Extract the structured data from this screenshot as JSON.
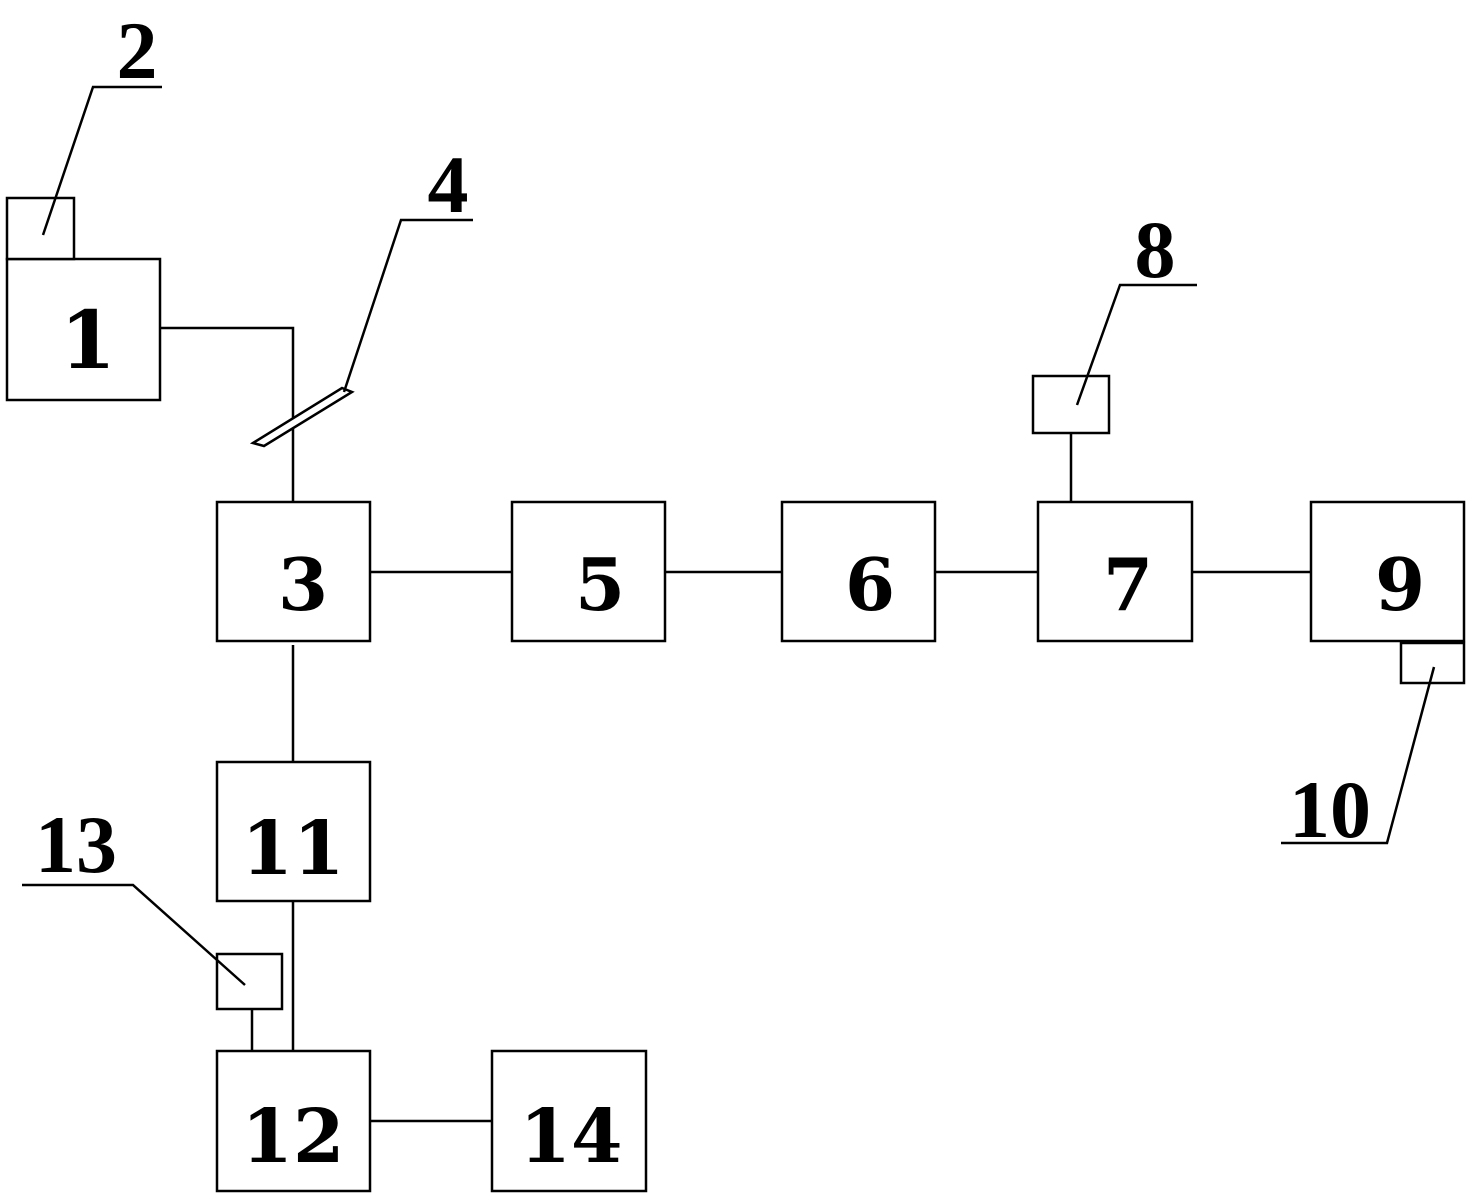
{
  "diagram": {
    "blocks": {
      "b1": "1",
      "b3": "3",
      "b5": "5",
      "b6": "6",
      "b7": "7",
      "b9": "9",
      "b11": "11",
      "b12": "12",
      "b14": "14"
    },
    "callouts": {
      "c2": "2",
      "c4": "4",
      "c8": "8",
      "c10": "10",
      "c13": "13"
    }
  }
}
